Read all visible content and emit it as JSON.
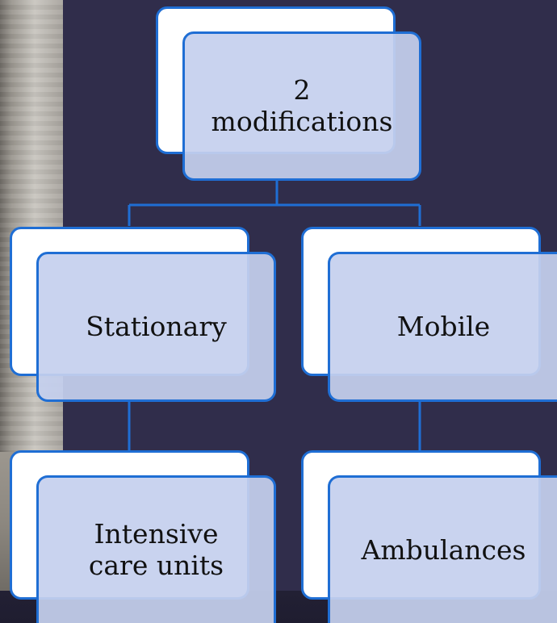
{
  "diagram": {
    "root": {
      "lines": [
        "2",
        "modifications"
      ]
    },
    "branches": [
      {
        "label": "Stationary",
        "child": {
          "lines": [
            "Intensive",
            "care units"
          ]
        }
      },
      {
        "label": "Mobile",
        "child": {
          "lines": [
            "Ambulances"
          ]
        }
      }
    ]
  },
  "colors": {
    "background": "#302d4b",
    "node_border": "#1f6ed4",
    "node_fill": "#c5d0ee",
    "card_fill": "#ffffff",
    "connector": "#1f6ed4"
  }
}
